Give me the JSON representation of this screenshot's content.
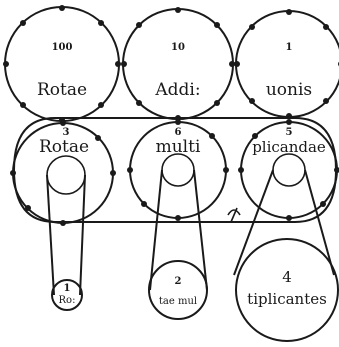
{
  "top_wheels": [
    {
      "number": "100",
      "word": "Rotae"
    },
    {
      "number": "10",
      "word": "Addi:"
    },
    {
      "number": "1",
      "word": "uonis"
    }
  ],
  "middle_wheels": [
    {
      "number": "3",
      "word": "Rotae"
    },
    {
      "number": "6",
      "word": "multi"
    },
    {
      "number": "5",
      "word": "plicandae"
    }
  ],
  "bottom_wheels": [
    {
      "number": "1",
      "word": "Ro:"
    },
    {
      "number": "2",
      "word": "tae mul"
    },
    {
      "number": "4",
      "word": "tiplicantes"
    }
  ]
}
